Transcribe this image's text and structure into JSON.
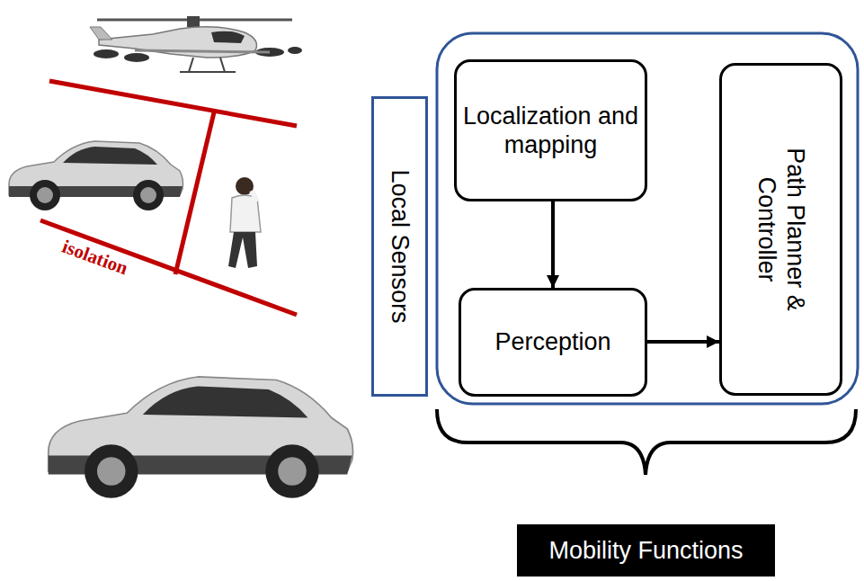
{
  "diagram": {
    "nodes": [
      {
        "text": [
          "Local Sensors"
        ]
      },
      {
        "text": [
          "Localization and mapping"
        ]
      },
      {
        "text": [
          "Perception"
        ]
      },
      {
        "text": [
          "Path Planner & Controller"
        ]
      },
      {
        "text": [
          "Mobility Functions"
        ]
      }
    ],
    "edges": [
      {
        "from": 1,
        "to": 2,
        "arrow": "to"
      },
      {
        "from": 2,
        "to": 3,
        "arrow": "to"
      }
    ],
    "labels": [
      "isolation"
    ]
  }
}
